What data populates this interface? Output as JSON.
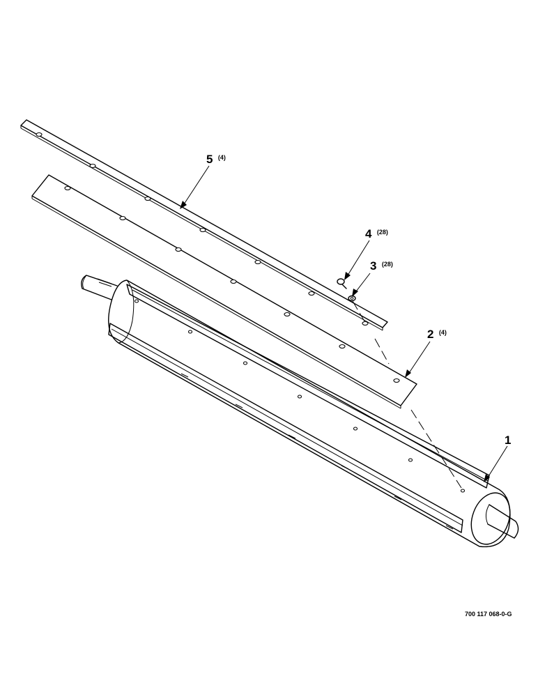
{
  "callouts": [
    {
      "id": "1",
      "number": "1",
      "qty": ""
    },
    {
      "id": "2",
      "number": "2",
      "qty": "(4)"
    },
    {
      "id": "3",
      "number": "3",
      "qty": "(28)"
    },
    {
      "id": "4",
      "number": "4",
      "qty": "(28)"
    },
    {
      "id": "5",
      "number": "5",
      "qty": "(4)"
    }
  ],
  "drawing_number": "700 117 068-0-G"
}
